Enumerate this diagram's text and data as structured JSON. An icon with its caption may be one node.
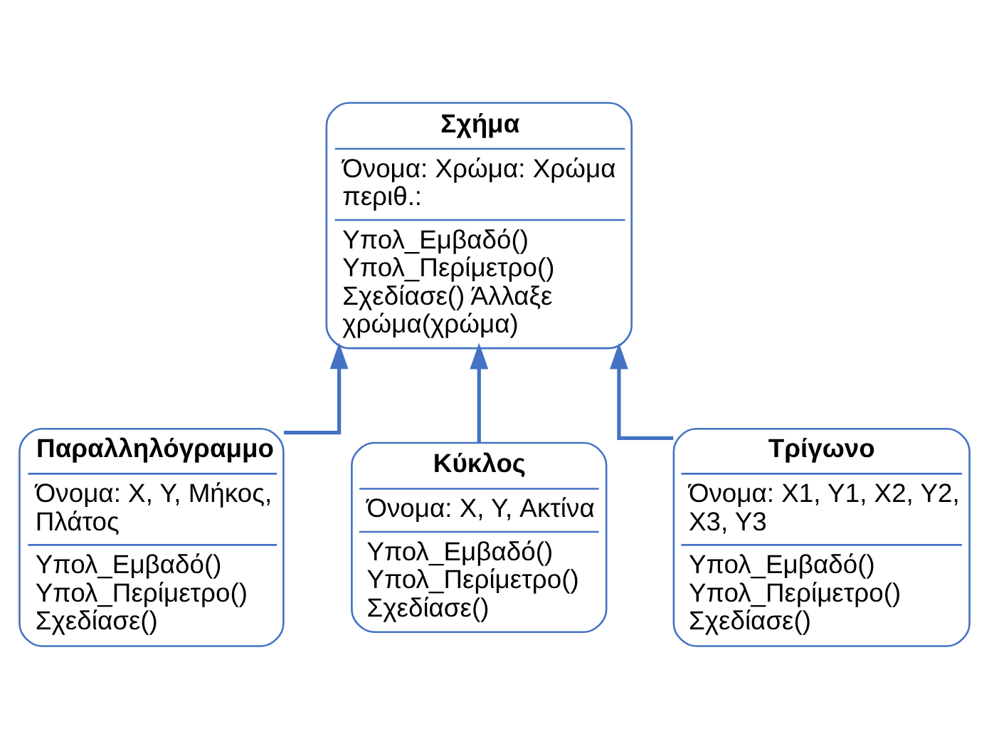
{
  "diagram": {
    "nodes": [
      {
        "text": [
          "Σχήμα",
          "Όνομα: Χρώμα: Χρώμα περιθ.:",
          "Υπολ_Εμβαδό() Υπολ_Περίμετρο() Σχεδίασε() Άλλαξε χρώμα(χρώμα)"
        ]
      },
      {
        "text": [
          "Παραλληλόγραμμο",
          "Όνομα: X, Y, Μήκος, Πλάτος",
          "Υπολ_Εμβαδό() Υπολ_Περίμετρο() Σχεδίασε()"
        ]
      },
      {
        "text": [
          "Κύκλος",
          "Όνομα: X, Y, Ακτίνα",
          "Υπολ_Εμβαδό() Υπολ_Περίμετρο() Σχεδίασε()"
        ]
      },
      {
        "text": [
          "Τρίγωνο",
          "Όνομα: X1, Y1, X2, Y2, X3, Y3",
          "Υπολ_Εμβαδό() Υπολ_Περίμετρο() Σχεδίασε()"
        ]
      }
    ],
    "edges": [
      {
        "from": 1,
        "to": 0,
        "arrow": "to"
      },
      {
        "from": 2,
        "to": 0,
        "arrow": "to"
      },
      {
        "from": 3,
        "to": 0,
        "arrow": "to"
      }
    ]
  }
}
